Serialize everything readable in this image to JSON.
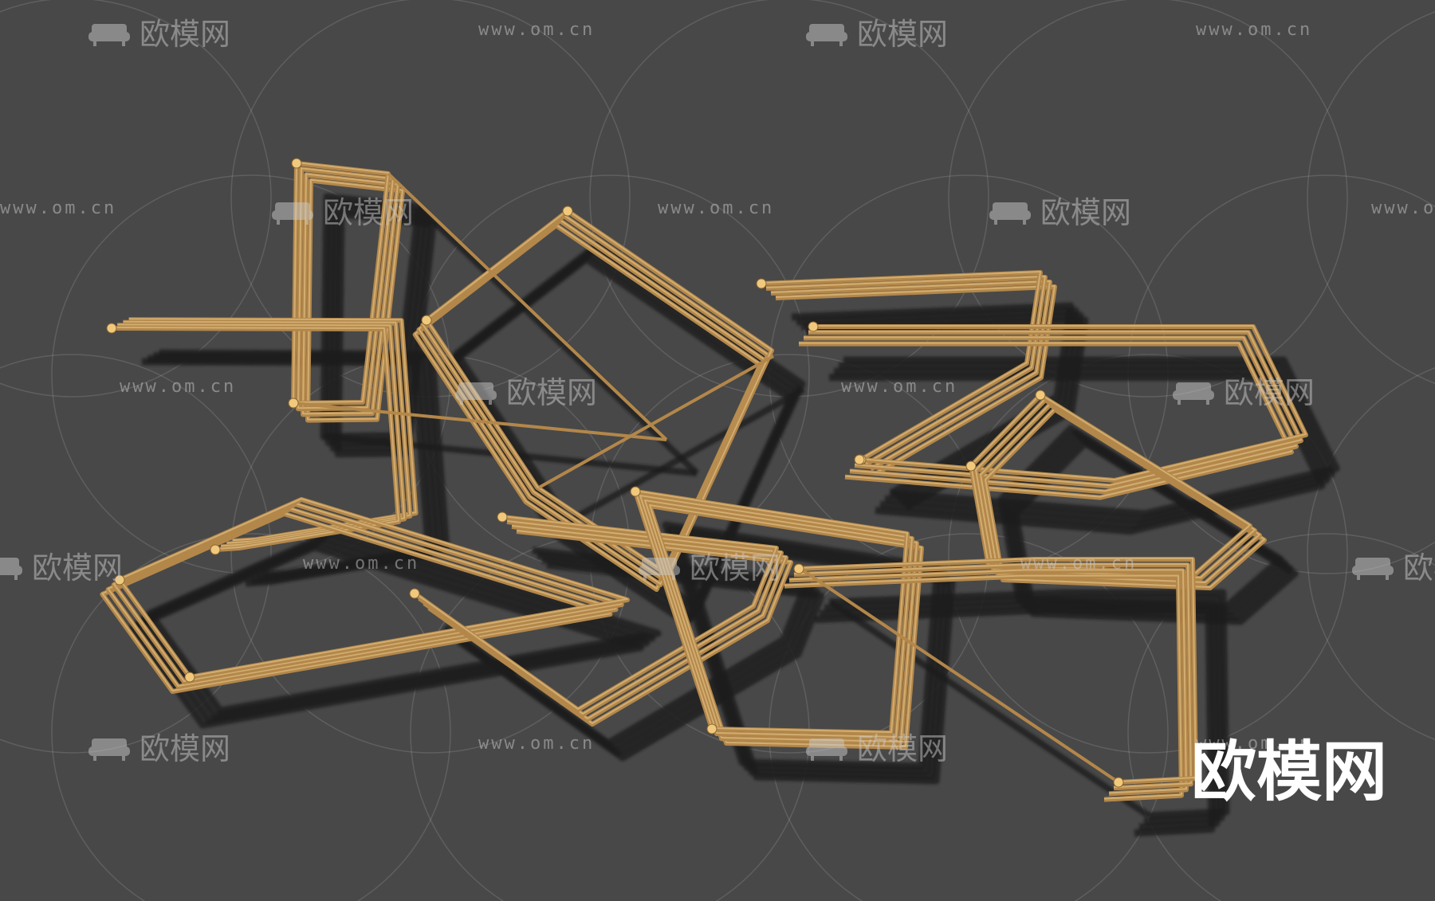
{
  "watermark": {
    "brand": "欧模网",
    "url": "www.om.cn",
    "icon": "sofa-icon"
  },
  "corner_mark": "欧模网",
  "colors": {
    "background": "#484848",
    "rod": "#b3874a",
    "rod_highlight": "#d9b77a",
    "rod_end": "#f0c97d",
    "shadow": "#1f1f1f",
    "watermark": "#c9c9c9"
  },
  "subject": "wall-decor-rod-sculpture-icon"
}
